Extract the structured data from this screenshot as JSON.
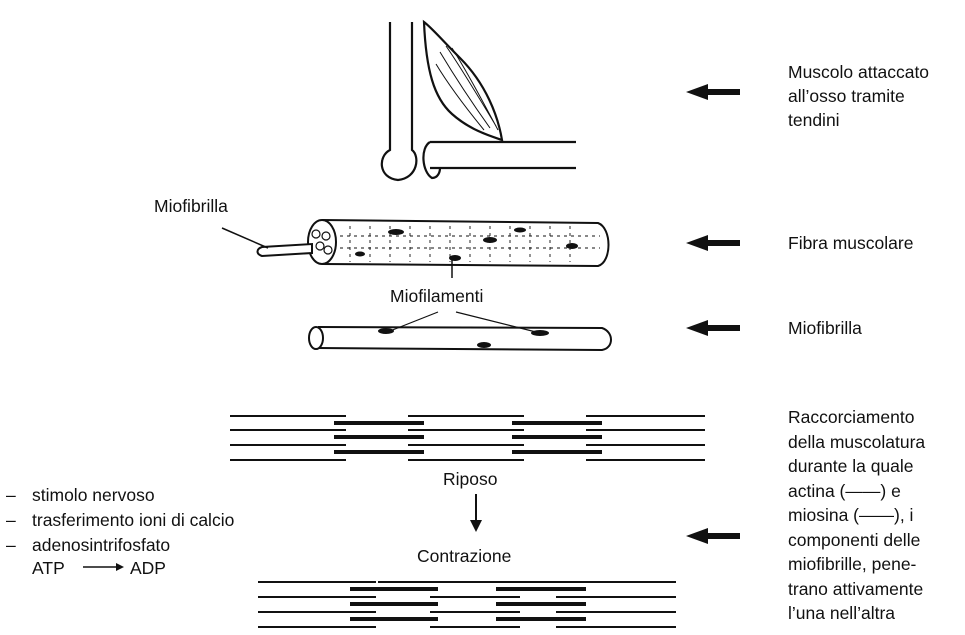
{
  "colors": {
    "ink": "#111111",
    "paper": "#ffffff"
  },
  "labels": {
    "muscle": [
      "Muscolo attaccato",
      "all’osso tramite",
      "tendini"
    ],
    "fiber": "Fibra muscolare",
    "myofibril": "Miofibrilla",
    "myofibril_pointer": "Miofibrilla",
    "myofilaments": "Miofilamenti",
    "rest": "Riposo",
    "contraction": "Contrazione",
    "shortening": [
      "Raccorciamento",
      "della muscolatura",
      "durante la quale",
      "actina (——) e",
      "miosina (——), i",
      "componenti delle",
      "miofibrille, pene-",
      "trano attivamente",
      "l’una nell’altra"
    ]
  },
  "factors": {
    "dash": "–",
    "items": [
      "stimolo nervoso",
      "trasferimento ioni di calcio",
      "adenosintrifosfato"
    ],
    "atp": "ATP",
    "adp": "ADP"
  },
  "icons": [
    "arrow-left-icon",
    "arrow-down-icon",
    "arrow-right-icon"
  ]
}
